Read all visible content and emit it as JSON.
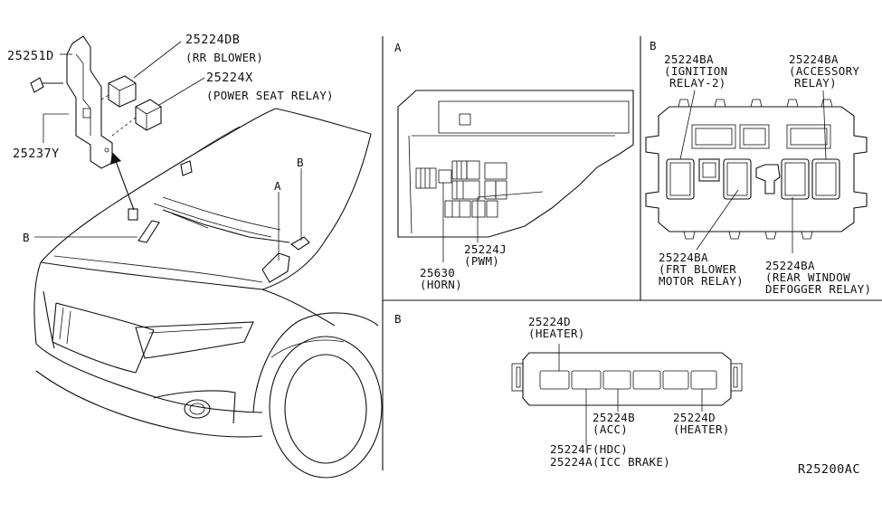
{
  "left": {
    "p25251d": "25251D",
    "p25224db": "25224DB",
    "p25224db_desc": "(RR BLOWER)",
    "p25224x": "25224X",
    "p25224x_desc": "(POWER SEAT RELAY)",
    "p25237y": "25237Y",
    "callout_a": "A",
    "callout_b_top": "B",
    "callout_b_left": "B"
  },
  "panel_a": {
    "label": "A",
    "p25224j": "25224J",
    "p25224j_desc": "(PWM)",
    "p25630": "25630",
    "p25630_desc": "(HORN)"
  },
  "panel_b_top": {
    "label": "B",
    "ign_part": "25224BA",
    "ign_desc1": "(IGNITION",
    "ign_desc2": "RELAY-2)",
    "acc_part": "25224BA",
    "acc_desc1": "(ACCESSORY",
    "acc_desc2": "RELAY)",
    "frt_part": "25224BA",
    "frt_desc1": "(FRT BLOWER",
    "frt_desc2": "MOTOR RELAY)",
    "rwd_part": "25224BA",
    "rwd_desc1": "(REAR WINDOW",
    "rwd_desc2": "DEFOGGER RELAY)"
  },
  "panel_b_bottom": {
    "label": "B",
    "heater_top_part": "25224D",
    "heater_top_desc": "(HEATER)",
    "acc_part": "25224B",
    "acc_desc": "(ACC)",
    "heater_right_part": "25224D",
    "heater_right_desc": "(HEATER)",
    "hdc_line": "25224F(HDC)",
    "icc_line": "25224A(ICC BRAKE)"
  },
  "diagram_code": "R25200AC"
}
